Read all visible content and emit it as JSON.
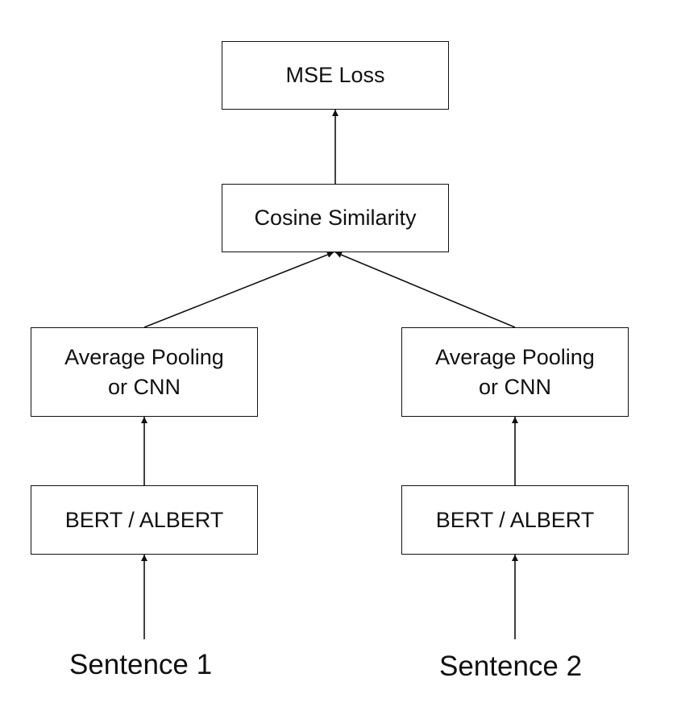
{
  "diagram": {
    "mse": {
      "label": "MSE Loss"
    },
    "cosine": {
      "label": "Cosine Similarity"
    },
    "left": {
      "pooling": {
        "line1": "Average Pooling",
        "line2": "or CNN"
      },
      "encoder": {
        "label": "BERT / ALBERT"
      },
      "input": {
        "label": "Sentence 1"
      }
    },
    "right": {
      "pooling": {
        "line1": "Average Pooling",
        "line2": "or CNN"
      },
      "encoder": {
        "label": "BERT / ALBERT"
      },
      "input": {
        "label": "Sentence 2"
      }
    }
  }
}
